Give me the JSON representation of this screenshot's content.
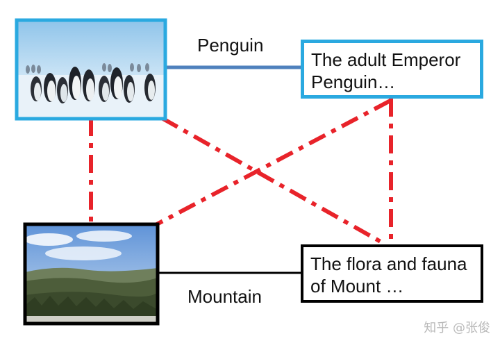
{
  "nodes": {
    "penguin_image": {
      "icon": "penguin-colony-photo"
    },
    "penguin_text": {
      "text": "The adult Emperor Penguin…"
    },
    "mountain_image": {
      "icon": "mountain-landscape-photo"
    },
    "mountain_text": {
      "text": "The flora and fauna of Mount …"
    }
  },
  "labels": {
    "penguin": "Penguin",
    "mountain": "Mountain"
  },
  "watermark": "知乎 @张俊",
  "colors": {
    "penguin_border": "#2aa9e0",
    "mountain_border": "#000000",
    "matched_edge": "#4f81bd",
    "mismatch_edge": "#e8232a"
  }
}
